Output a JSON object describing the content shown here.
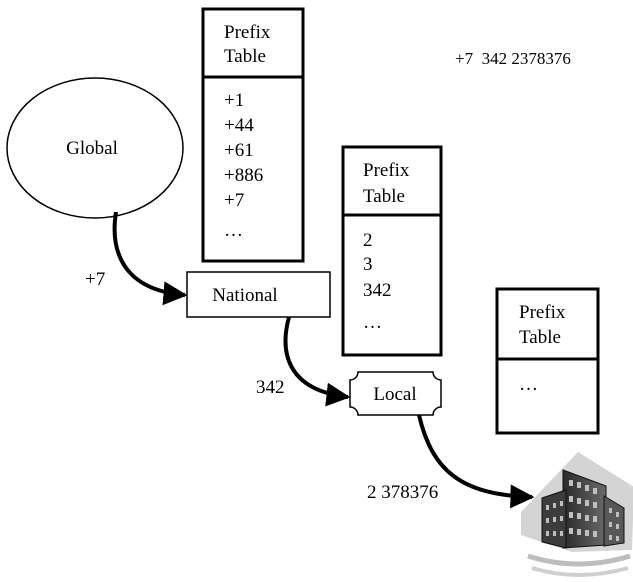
{
  "number_example": "+7  342 2378376",
  "global": {
    "label": "Global"
  },
  "national": {
    "label": "National"
  },
  "local": {
    "label": "Local"
  },
  "table1": {
    "header": [
      "Prefix",
      "Table"
    ],
    "rows": [
      "+1",
      "+44",
      "+61",
      "+886",
      "+7",
      "…"
    ]
  },
  "table2": {
    "header": [
      "Prefix",
      "Table"
    ],
    "rows": [
      "2",
      "3",
      "342",
      "…"
    ]
  },
  "table3": {
    "header": [
      "Prefix",
      "Table"
    ],
    "rows": [
      "…"
    ]
  },
  "edges": {
    "global_to_national": "+7",
    "national_to_local": "342",
    "local_to_building": "2 378376"
  },
  "building": {
    "icon": "office-building-icon"
  }
}
